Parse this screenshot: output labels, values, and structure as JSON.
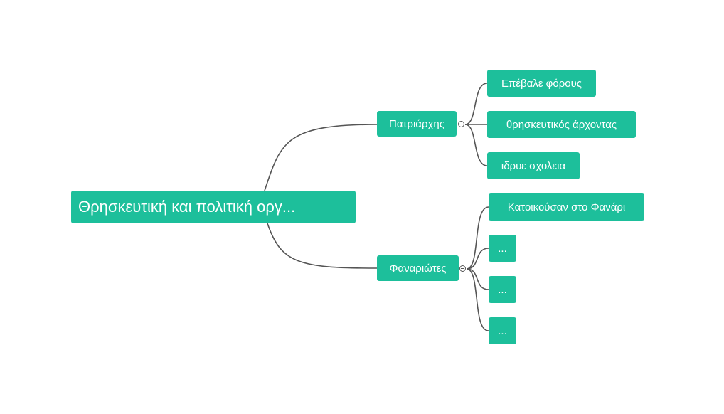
{
  "mindmap": {
    "root": {
      "label": "Θρησκευτική και πολιτική οργ..."
    },
    "branches": [
      {
        "label": "Πατριάρχης",
        "children": [
          "Επέβαλε φόρους",
          "θρησκευτικός άρχοντας",
          "ιδρυε σχολεια"
        ]
      },
      {
        "label": "Φαναριώτες",
        "children": [
          "Κατοικούσαν στο Φανάρι",
          "...",
          "...",
          "..."
        ]
      }
    ],
    "colors": {
      "node_fill": "#1dbf9b",
      "node_text": "#ffffff",
      "connector": "#555555"
    }
  }
}
